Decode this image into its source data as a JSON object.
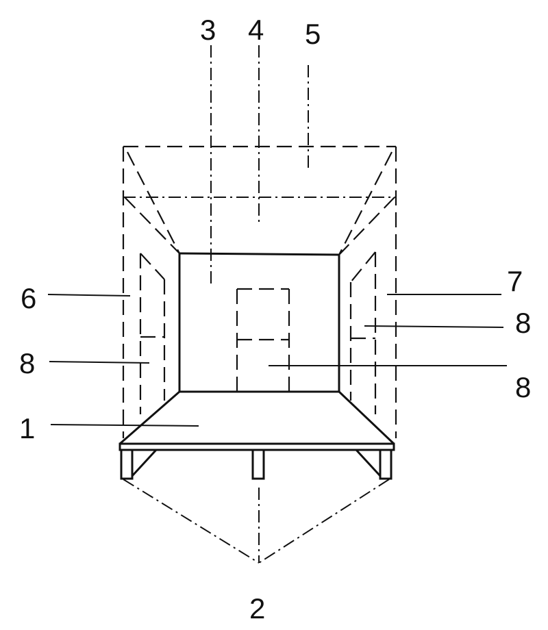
{
  "labels": {
    "l1": "1",
    "l2": "2",
    "l3": "3",
    "l4": "4",
    "l5": "5",
    "l6": "6",
    "l7": "7",
    "l8a": "8",
    "l8b": "8",
    "l8c": "8"
  }
}
